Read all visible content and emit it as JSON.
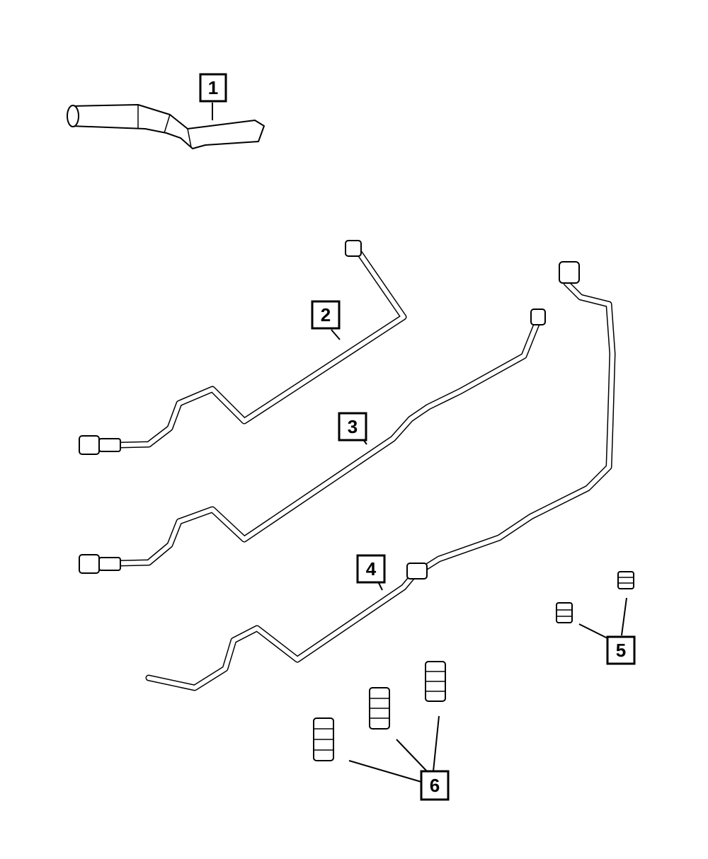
{
  "callouts": [
    {
      "id": "callout-1",
      "label": "1",
      "part": "fuel-filler-neck-hose"
    },
    {
      "id": "callout-2",
      "label": "2",
      "part": "fuel-tube-2"
    },
    {
      "id": "callout-3",
      "label": "3",
      "part": "fuel-tube-3"
    },
    {
      "id": "callout-4",
      "label": "4",
      "part": "fuel-tube-4"
    },
    {
      "id": "callout-5",
      "label": "5",
      "part": "tube-clip-small"
    },
    {
      "id": "callout-6",
      "label": "6",
      "part": "tube-clip-large"
    }
  ],
  "colors": {
    "line": "#000000",
    "background": "#ffffff"
  }
}
